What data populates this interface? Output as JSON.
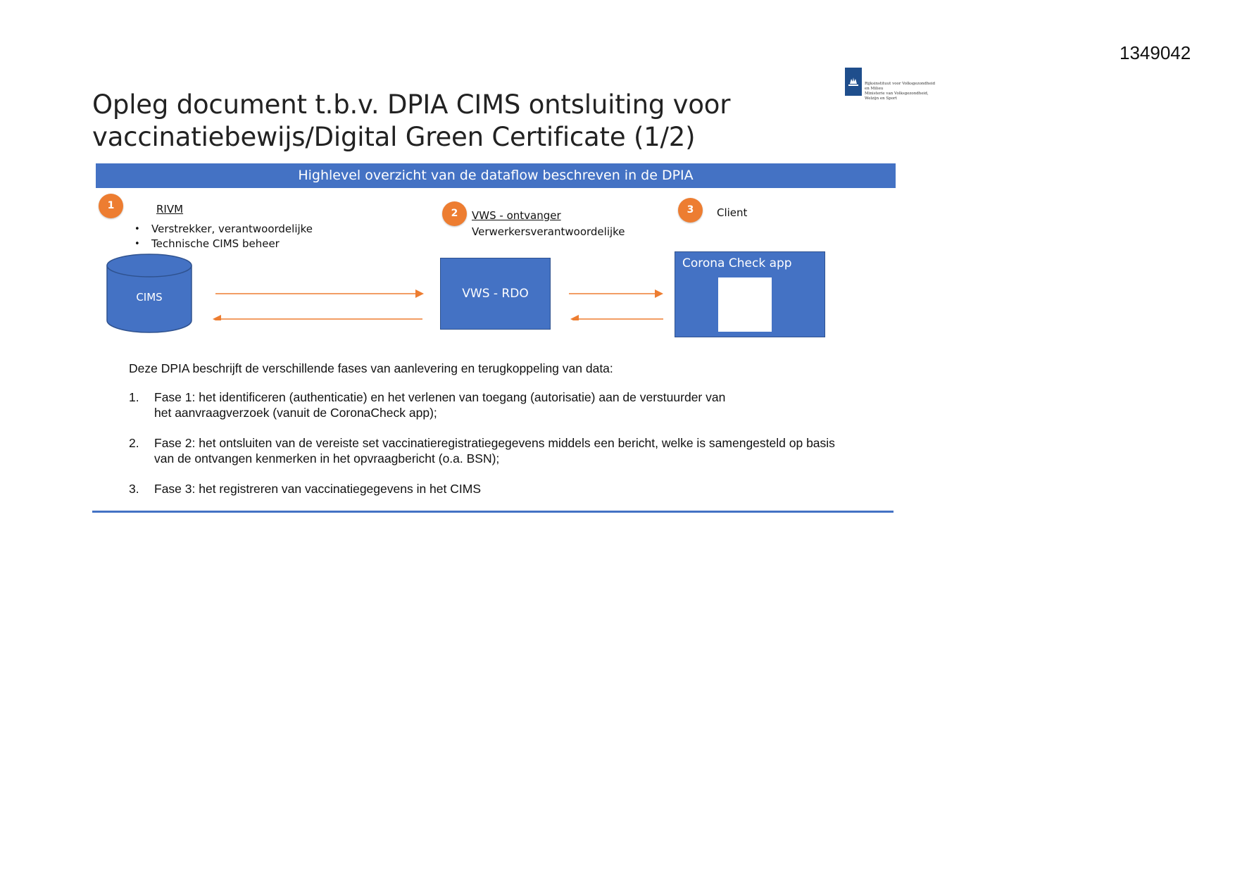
{
  "doc_number": "1349042",
  "logo": {
    "lines": [
      "Rijksinstituut voor Volksgezondheid",
      "en Milieu",
      "Ministerie van Volksgezondheid,",
      "Welzijn en Sport"
    ]
  },
  "title": {
    "line1": "Opleg document t.b.v. DPIA CIMS ontsluiting voor",
    "line2": "vaccinatiebewijs/Digital Green Certificate (1/2)"
  },
  "banner": "Highlevel overzicht van de dataflow beschreven in de DPIA",
  "diagram": {
    "actors": [
      {
        "number": "1",
        "name": "RIVM",
        "roles": [
          "Verstrekker, verantwoordelijke",
          "Technische CIMS beheer"
        ]
      },
      {
        "number": "2",
        "name": "VWS - ontvanger",
        "role": "Verwerkersverantwoordelijke"
      },
      {
        "number": "3",
        "name": "Client"
      }
    ],
    "nodes": {
      "cims": "CIMS",
      "vws_rdo": "VWS - RDO",
      "app": "Corona Check app"
    },
    "colors": {
      "accent": "#4472c4",
      "badge": "#ed7d31",
      "arrow": "#ed7d31"
    }
  },
  "body": {
    "intro": "Deze DPIA beschrijft de verschillende fases van aanlevering en terugkoppeling van data:",
    "phases": [
      {
        "num": "1.",
        "line1": "Fase 1: het identificeren (authenticatie) en het verlenen van toegang (autorisatie) aan de verstuurder van",
        "line2": "het aanvraagverzoek (vanuit de CoronaCheck app);"
      },
      {
        "num": "2.",
        "line1": "Fase 2: het ontsluiten van de vereiste set vaccinatieregistratiegegevens middels een bericht, welke is samengesteld op basis",
        "line2": "van de ontvangen kenmerken in het opvraagbericht (o.a. BSN);"
      },
      {
        "num": "3.",
        "line1": "Fase 3: het registreren van vaccinatiegegevens in het CIMS",
        "line2": ""
      }
    ]
  }
}
